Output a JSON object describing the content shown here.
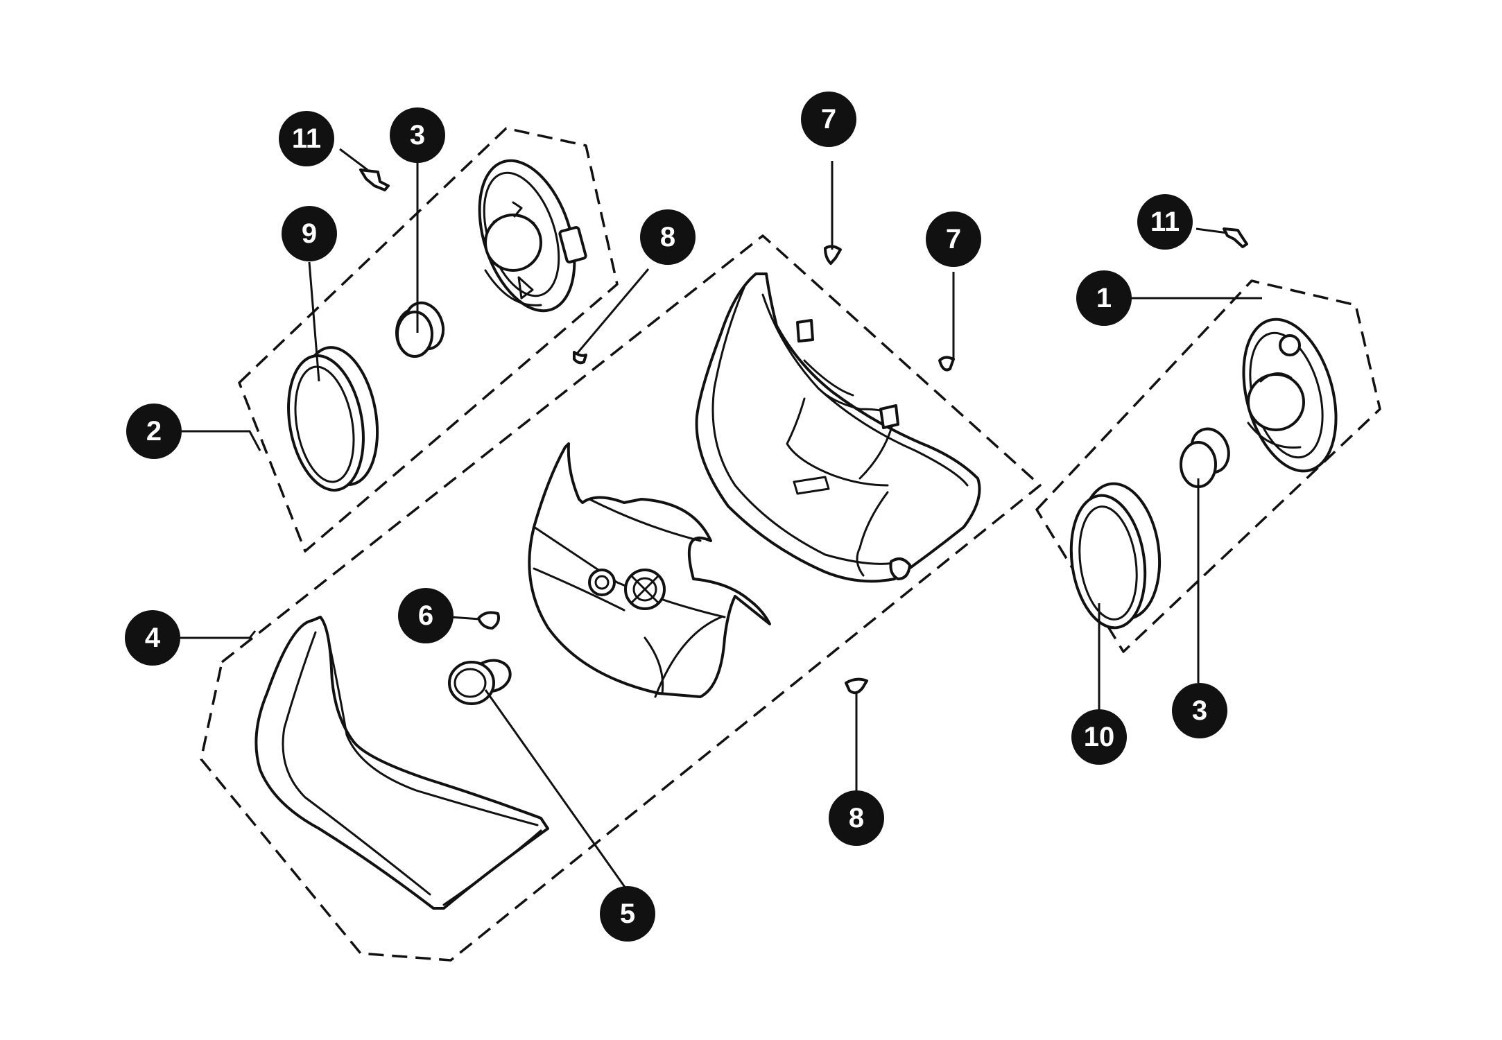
{
  "callouts": [
    {
      "id": "c11a",
      "label": "11"
    },
    {
      "id": "c3a",
      "label": "3"
    },
    {
      "id": "c9",
      "label": "9"
    },
    {
      "id": "c2",
      "label": "2"
    },
    {
      "id": "c8a",
      "label": "8"
    },
    {
      "id": "c7a",
      "label": "7"
    },
    {
      "id": "c7b",
      "label": "7"
    },
    {
      "id": "c11b",
      "label": "11"
    },
    {
      "id": "c1",
      "label": "1"
    },
    {
      "id": "c6",
      "label": "6"
    },
    {
      "id": "c4",
      "label": "4"
    },
    {
      "id": "c5",
      "label": "5"
    },
    {
      "id": "c8b",
      "label": "8"
    },
    {
      "id": "c10",
      "label": "10"
    },
    {
      "id": "c3b",
      "label": "3"
    }
  ]
}
